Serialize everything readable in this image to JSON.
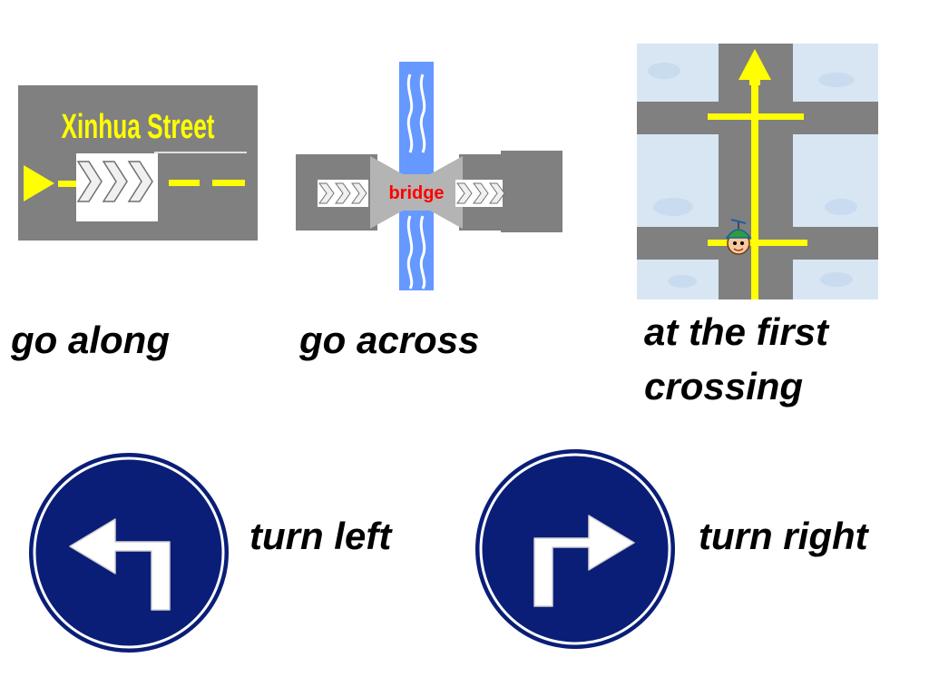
{
  "slide": {
    "panels": [
      {
        "caption": "go along",
        "illustration": {
          "sign_text": "Xinhua Street",
          "icons": [
            "yellow-triangle-arrow-icon",
            "white-chevron-arrows-icon"
          ]
        }
      },
      {
        "caption": "go across",
        "illustration": {
          "label": "bridge",
          "icons": [
            "river-icon",
            "white-chevron-arrows-icon"
          ]
        }
      },
      {
        "caption_lines": [
          "at the first",
          "crossing"
        ],
        "illustration": {
          "icons": [
            "yellow-up-arrow-icon",
            "boy-with-propeller-cap-icon"
          ]
        }
      },
      {
        "caption": "turn left",
        "sign": {
          "icon": "turn-left-sign-icon",
          "direction": "left"
        }
      },
      {
        "caption": "turn right",
        "sign": {
          "icon": "turn-right-sign-icon",
          "direction": "right"
        }
      }
    ]
  },
  "colors": {
    "road_gray": "#808080",
    "street_yellow": "#ffff00",
    "river_blue": "#6699ff",
    "bridge_label_red": "#ff0000",
    "sign_blue": "#0a1e78",
    "map_background": "#d8e6f4"
  }
}
